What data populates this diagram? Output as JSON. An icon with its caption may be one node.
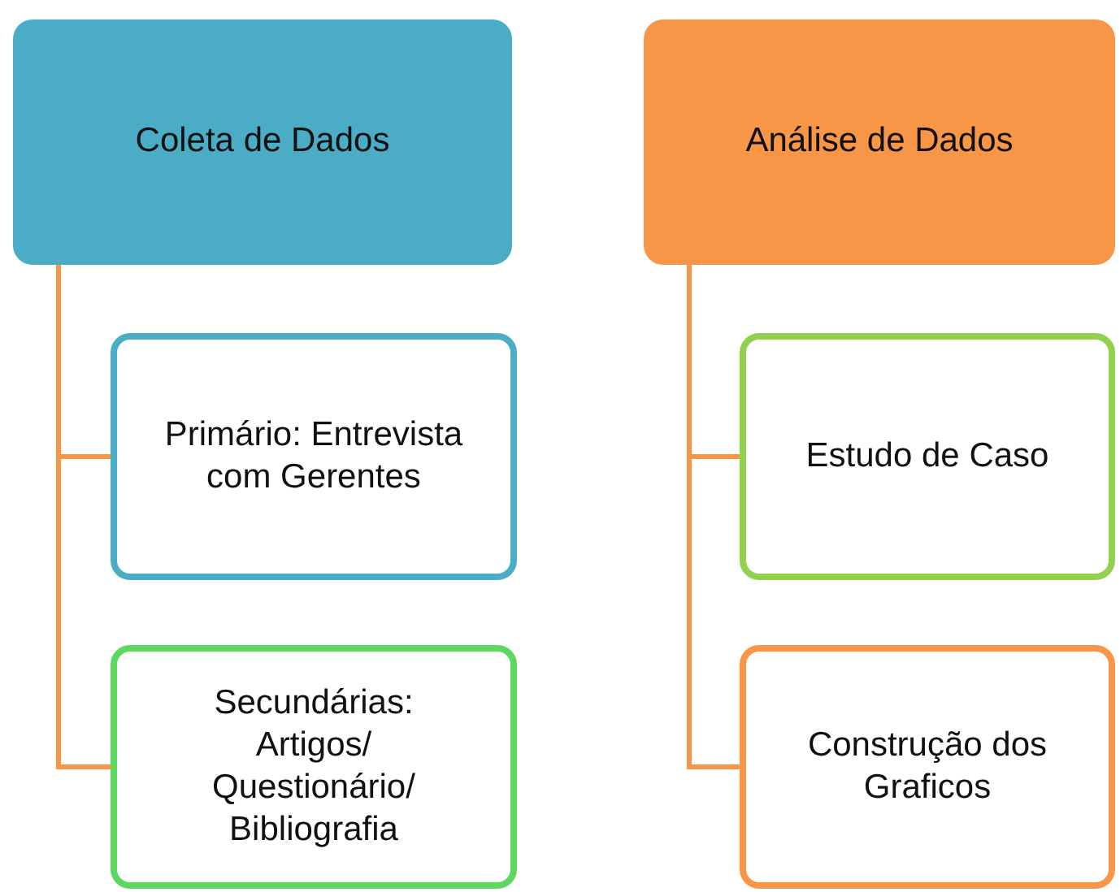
{
  "diagram": {
    "nodes": [
      {
        "text": [
          "Coleta de Dados"
        ]
      },
      {
        "text": [
          "Primário: Entrevista com Gerentes"
        ]
      },
      {
        "text": [
          "Secundárias: Artigos/ Questionário/ Bibliografia"
        ]
      },
      {
        "text": [
          "Análise de Dados"
        ]
      },
      {
        "text": [
          "Estudo de Caso"
        ]
      },
      {
        "text": [
          "Construção dos Graficos"
        ]
      }
    ],
    "edges": [
      {
        "from": 0,
        "to": 1,
        "arrow": "none"
      },
      {
        "from": 0,
        "to": 2,
        "arrow": "none"
      },
      {
        "from": 3,
        "to": 4,
        "arrow": "none"
      },
      {
        "from": 3,
        "to": 5,
        "arrow": "none"
      }
    ]
  }
}
